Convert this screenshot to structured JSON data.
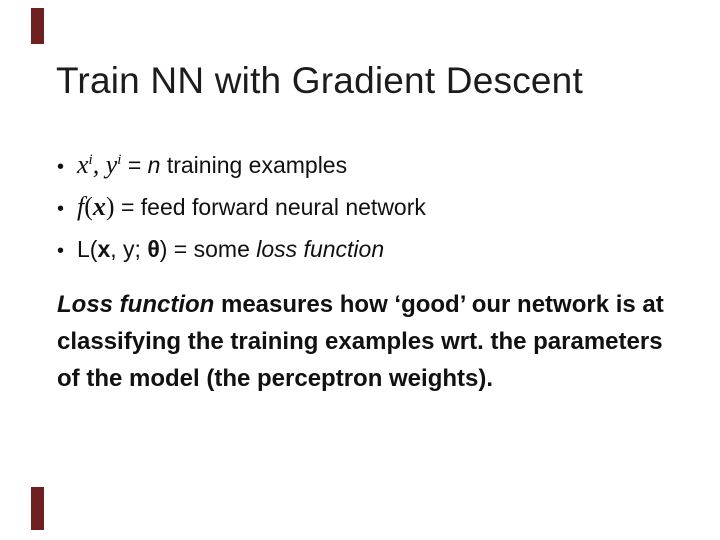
{
  "slide": {
    "title": "Train NN with Gradient Descent",
    "accent_color": "#6e1f1f",
    "bullet_marker": "•",
    "bullets": {
      "b1": {
        "x": "x",
        "xsup": "i",
        "sep": ", ",
        "y": "y",
        "ysup": "i",
        "eq": " = ",
        "n": "n",
        "tail": " training examples"
      },
      "b2": {
        "f": "f",
        "lparen": "(",
        "x": "x",
        "rparen": ")",
        "tail": " = feed forward neural network"
      },
      "b3": {
        "pre": "L(",
        "x": "x",
        "mid": ", y; ",
        "theta": "θ",
        "post": ") = some ",
        "emphasis": "loss function"
      }
    },
    "paragraph": {
      "lead": "Loss function",
      "line1_rest": " measures how ‘good’ our network is at",
      "line2": "classifying the training examples wrt. the parameters",
      "line3": "of the model (the perceptron weights)."
    }
  }
}
